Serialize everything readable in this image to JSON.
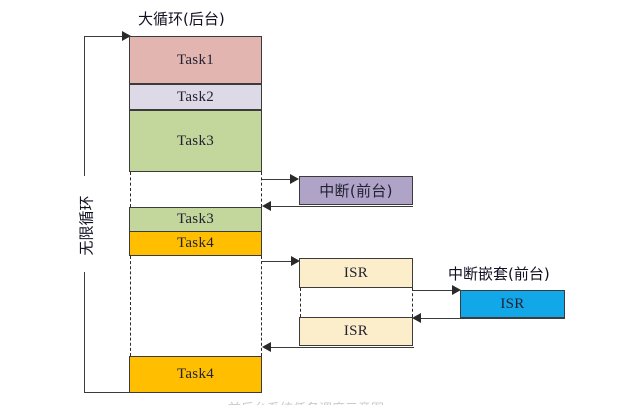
{
  "diagram": {
    "title_main": "大循环(后台)",
    "title_interrupt": "中断(前台)",
    "title_nested": "中断嵌套(前台)",
    "loop_label": "无限循环",
    "bottom_caption": "前后台系统任务调度示意图"
  },
  "colors": {
    "task1": "#e3b5b0",
    "task2": "#ded9e6",
    "task3": "#c3d69b",
    "task4": "#ffbf00",
    "interrupt": "#b0a3c8",
    "isr": "#fdeecb",
    "nested_isr": "#12a7e8",
    "stroke": "#3b3b3b",
    "background": "#ffffff"
  },
  "background_tasks": [
    {
      "label": "Task1",
      "color_key": "task1"
    },
    {
      "label": "Task2",
      "color_key": "task2"
    },
    {
      "label": "Task3",
      "color_key": "task3"
    },
    {
      "label": "Task3",
      "color_key": "task3"
    },
    {
      "label": "Task4",
      "color_key": "task4"
    },
    {
      "label": "Task4",
      "color_key": "task4"
    }
  ],
  "foreground": {
    "interrupt_box": "中断(前台)",
    "isr_boxes": [
      {
        "label": "ISR"
      },
      {
        "label": "ISR"
      }
    ],
    "nested_isr_box": "ISR"
  }
}
